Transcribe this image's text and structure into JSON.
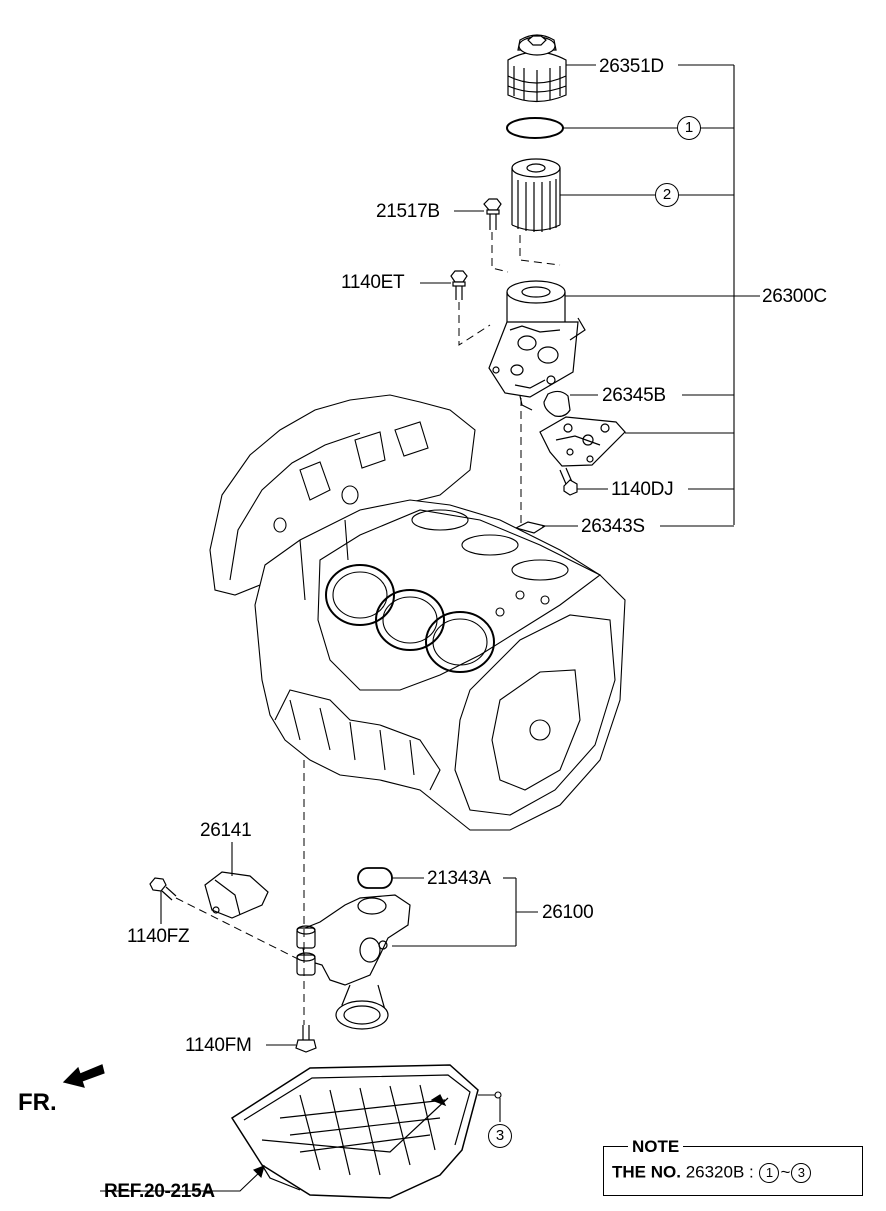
{
  "labels": {
    "p26351D": "26351D",
    "p21517B": "21517B",
    "p1140ET": "1140ET",
    "p26300C": "26300C",
    "p26345B": "26345B",
    "p1140DJ": "1140DJ",
    "p26343S": "26343S",
    "p26141": "26141",
    "p1140FZ": "1140FZ",
    "p21343A": "21343A",
    "p26100": "26100",
    "p1140FM": "1140FM",
    "ref": "REF.20-215A",
    "fr": "FR."
  },
  "callouts": {
    "c1": "1",
    "c2": "2",
    "c3": "3"
  },
  "note": {
    "title": "NOTE",
    "prefix": "THE NO.",
    "part": "26320B :",
    "from": "1",
    "sep": "~",
    "to": "3"
  }
}
